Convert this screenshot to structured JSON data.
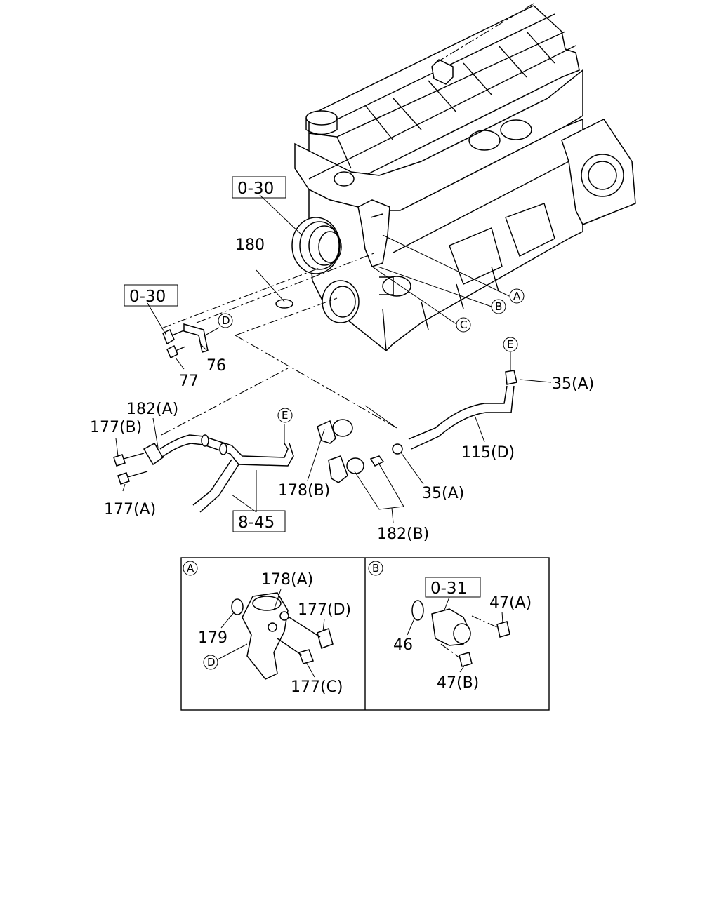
{
  "diagram": {
    "refs": {
      "ref_0_30_top": "0-30",
      "ref_0_30_left": "0-30",
      "ref_8_45": "8-45",
      "ref_0_31": "0-31"
    },
    "markers": {
      "A": "A",
      "B": "B",
      "C": "C",
      "D": "D",
      "E": "E"
    },
    "labels": {
      "p180": "180",
      "p76": "76",
      "p77": "77",
      "p182A": "182(A)",
      "p177B": "177(B)",
      "p177A": "177(A)",
      "p178B": "178(B)",
      "p182B": "182(B)",
      "p35A_top": "35(A)",
      "p35A_bottom": "35(A)",
      "p115D": "115(D)"
    },
    "inset_a": {
      "marker": "A",
      "p178A": "178(A)",
      "p179": "179",
      "p177D": "177(D)",
      "p177C": "177(C)",
      "marker_d": "D"
    },
    "inset_b": {
      "marker": "B",
      "p46": "46",
      "p47A": "47(A)",
      "p47B": "47(B)"
    }
  }
}
